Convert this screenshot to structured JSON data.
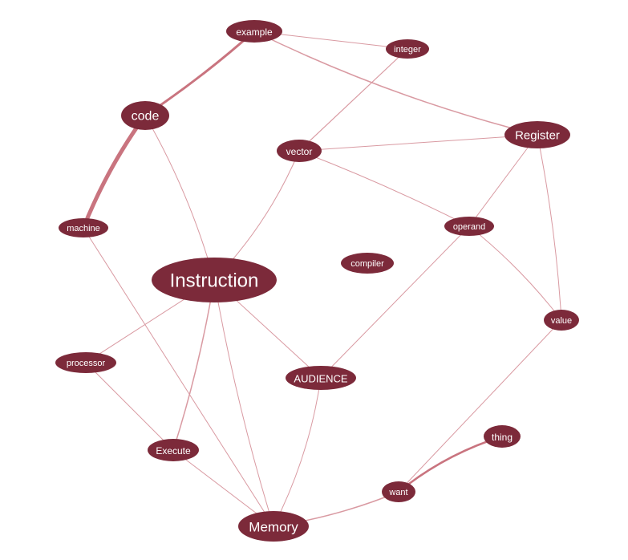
{
  "colors": {
    "node": "#7c2a3a",
    "edge": "#d99aa2",
    "edge_strong": "#c9747f",
    "background": "#ffffff"
  },
  "nodes": [
    {
      "id": "example",
      "label": "example"
    },
    {
      "id": "integer",
      "label": "integer"
    },
    {
      "id": "code",
      "label": "code"
    },
    {
      "id": "register",
      "label": "Register"
    },
    {
      "id": "vector",
      "label": "vector"
    },
    {
      "id": "machine",
      "label": "machine"
    },
    {
      "id": "operand",
      "label": "operand"
    },
    {
      "id": "compiler",
      "label": "compiler"
    },
    {
      "id": "instruction",
      "label": "Instruction"
    },
    {
      "id": "value",
      "label": "value"
    },
    {
      "id": "processor",
      "label": "processor"
    },
    {
      "id": "audience",
      "label": "AUDIENCE"
    },
    {
      "id": "thing",
      "label": "thing"
    },
    {
      "id": "execute",
      "label": "Execute"
    },
    {
      "id": "want",
      "label": "want"
    },
    {
      "id": "memory",
      "label": "Memory"
    }
  ],
  "edges": [
    {
      "source": "example",
      "target": "integer"
    },
    {
      "source": "example",
      "target": "code"
    },
    {
      "source": "example",
      "target": "register"
    },
    {
      "source": "integer",
      "target": "vector"
    },
    {
      "source": "code",
      "target": "machine"
    },
    {
      "source": "code",
      "target": "instruction"
    },
    {
      "source": "vector",
      "target": "register"
    },
    {
      "source": "vector",
      "target": "instruction"
    },
    {
      "source": "vector",
      "target": "operand"
    },
    {
      "source": "register",
      "target": "operand"
    },
    {
      "source": "register",
      "target": "value"
    },
    {
      "source": "operand",
      "target": "value"
    },
    {
      "source": "operand",
      "target": "audience"
    },
    {
      "source": "machine",
      "target": "memory"
    },
    {
      "source": "instruction",
      "target": "processor"
    },
    {
      "source": "instruction",
      "target": "audience"
    },
    {
      "source": "instruction",
      "target": "execute"
    },
    {
      "source": "instruction",
      "target": "memory"
    },
    {
      "source": "processor",
      "target": "execute"
    },
    {
      "source": "execute",
      "target": "memory"
    },
    {
      "source": "audience",
      "target": "memory"
    },
    {
      "source": "value",
      "target": "want"
    },
    {
      "source": "want",
      "target": "thing"
    },
    {
      "source": "want",
      "target": "memory"
    }
  ]
}
